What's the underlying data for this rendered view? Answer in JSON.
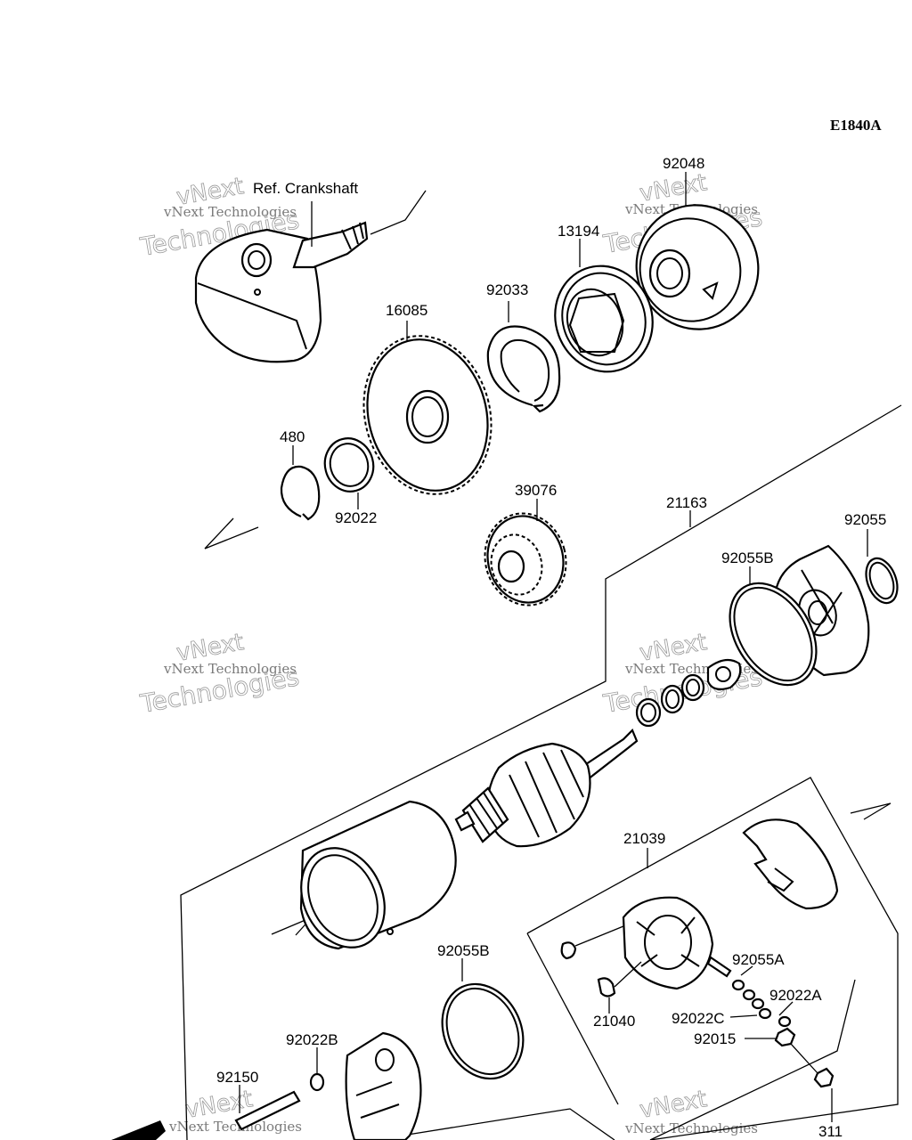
{
  "diagram_code": "E1840A",
  "reference_note": "Ref. Crankshaft",
  "part_numbers": {
    "flywheel": "92048",
    "one_way_clutch": "13194",
    "circlip_large": "92033",
    "starter_gear": "16085",
    "circlip_small": "480",
    "washer": "92022",
    "idle_gear": "39076",
    "starter_motor": "21163",
    "o_ring_small": "92055",
    "o_ring_front": "92055B",
    "brush_holder": "21039",
    "o_ring_nut": "92055A",
    "washer_a": "92022A",
    "washer_c": "92022C",
    "brush": "21040",
    "nut": "92015",
    "o_ring_rear": "92055B",
    "washer_b": "92022B",
    "bolt": "92150",
    "cap": "311"
  },
  "watermark": {
    "line1": "vNext",
    "line2": "vNext Technologies",
    "line3": "Technologies"
  }
}
